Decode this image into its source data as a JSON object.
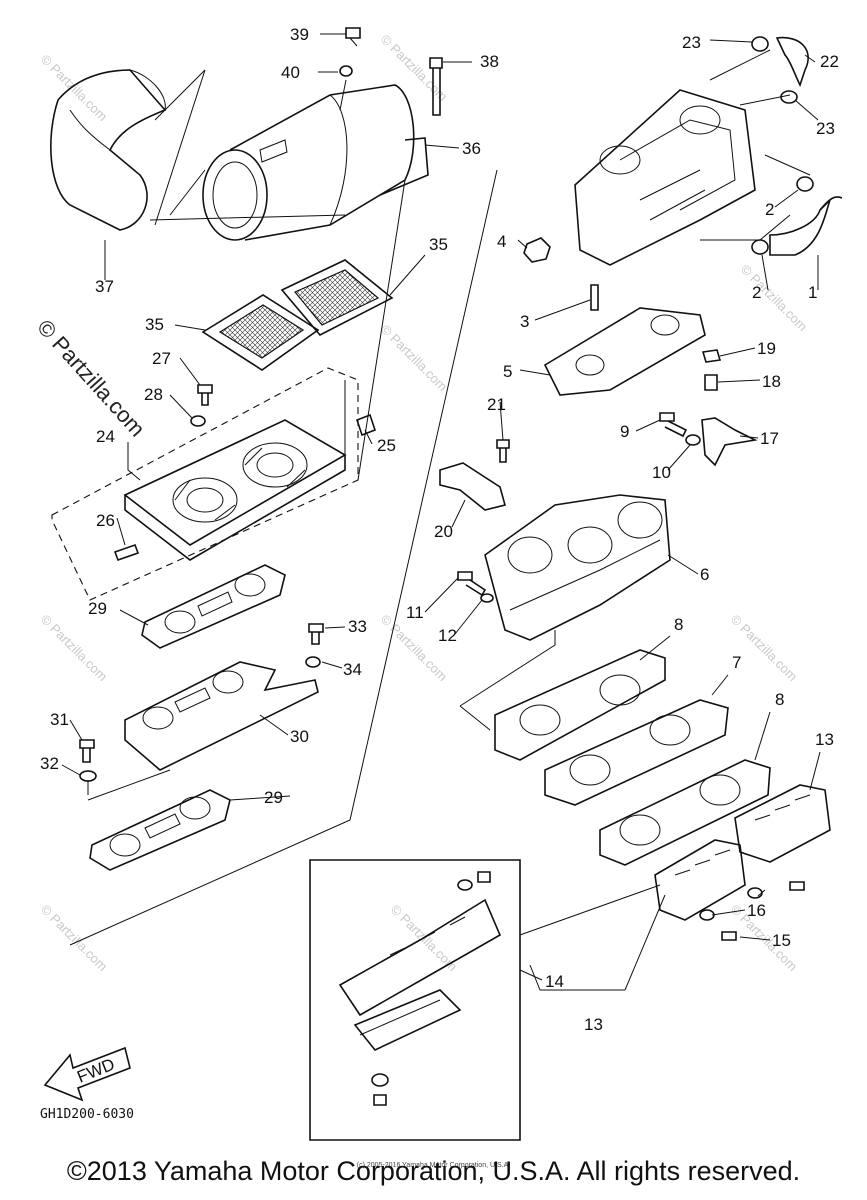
{
  "diagram": {
    "drawing_code": "GH1D200-6030",
    "fwd_label": "FWD",
    "part_labels": [
      "1",
      "2",
      "2",
      "3",
      "4",
      "5",
      "6",
      "7",
      "8",
      "8",
      "9",
      "10",
      "11",
      "12",
      "13",
      "13",
      "14",
      "15",
      "16",
      "17",
      "18",
      "19",
      "20",
      "21",
      "22",
      "23",
      "23",
      "24",
      "25",
      "26",
      "27",
      "28",
      "29",
      "29",
      "30",
      "31",
      "32",
      "33",
      "34",
      "35",
      "35",
      "36",
      "37",
      "38",
      "39",
      "40"
    ],
    "watermark_text": "© Partzilla.com"
  },
  "footer": {
    "copyright": "©2013 Yamaha Motor Corporation, U.S.A. All rights reserved.",
    "fine_print": "(c) 2005-2016 Yamaha Motor Corporation, U.S.A."
  }
}
